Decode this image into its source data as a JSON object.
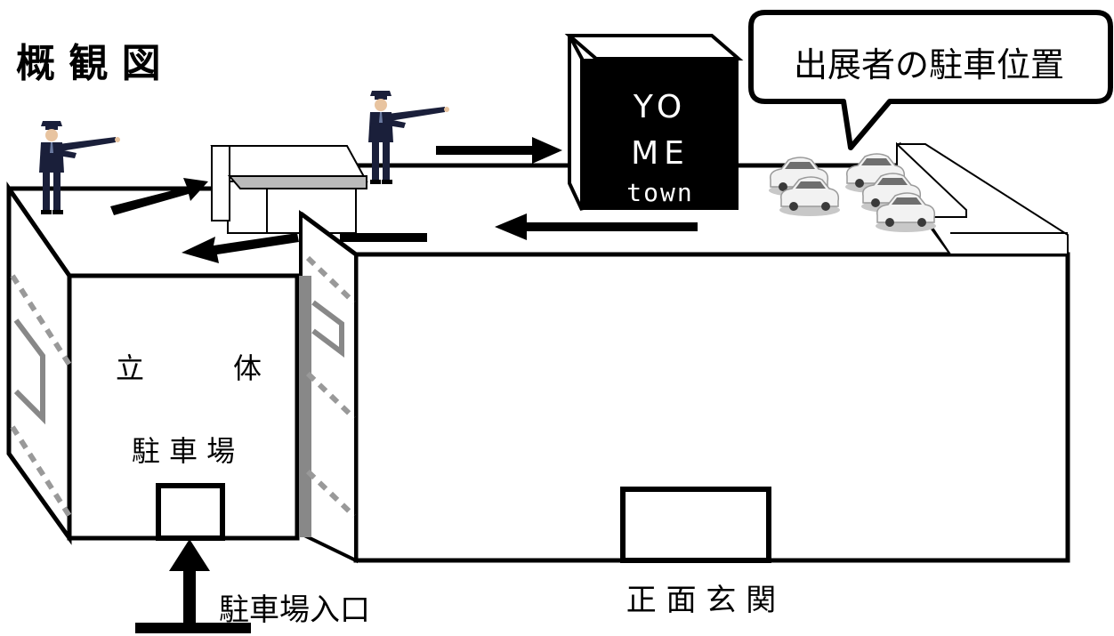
{
  "title": "概 観 図",
  "callout": {
    "text": "出展者の駐車位置"
  },
  "sign": {
    "line1": "YO",
    "line2": "ME",
    "line3": "town"
  },
  "parking_building": {
    "line1_left": "立",
    "line1_right": "体",
    "line2": "駐 車 場"
  },
  "labels": {
    "parking_entrance": "駐車場入口",
    "main_entrance": "正 面 玄 関"
  },
  "colors": {
    "ink": "#000000",
    "paper": "#ffffff",
    "gray": "#888888",
    "light_gray": "#bbbbbb"
  },
  "icons": [
    "traffic-guard-icon",
    "traffic-guard-icon",
    "car-icon",
    "arrow-icon"
  ]
}
